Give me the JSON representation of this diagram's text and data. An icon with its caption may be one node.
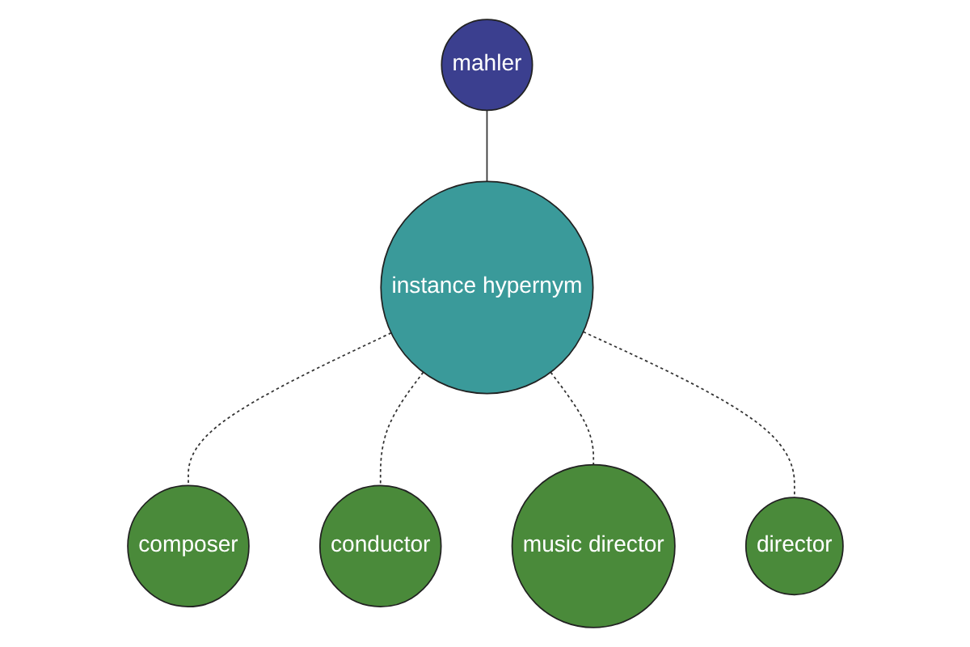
{
  "diagram": {
    "nodes": [
      {
        "text": [
          "mahler"
        ]
      },
      {
        "text": [
          "composer"
        ]
      },
      {
        "text": [
          "instance hypernym"
        ]
      },
      {
        "text": [
          "music director"
        ]
      },
      {
        "text": [
          "conductor"
        ]
      },
      {
        "text": [
          "director"
        ]
      }
    ],
    "edges": [
      {
        "from": 0,
        "to": 2,
        "arrow": "none"
      },
      {
        "from": 2,
        "to": 1,
        "arrow": "none",
        "style": "dashed"
      },
      {
        "from": 2,
        "to": 4,
        "arrow": "none",
        "style": "dashed"
      },
      {
        "from": 2,
        "to": 3,
        "arrow": "none",
        "style": "dashed"
      },
      {
        "from": 2,
        "to": 5,
        "arrow": "none",
        "style": "dashed"
      }
    ]
  }
}
